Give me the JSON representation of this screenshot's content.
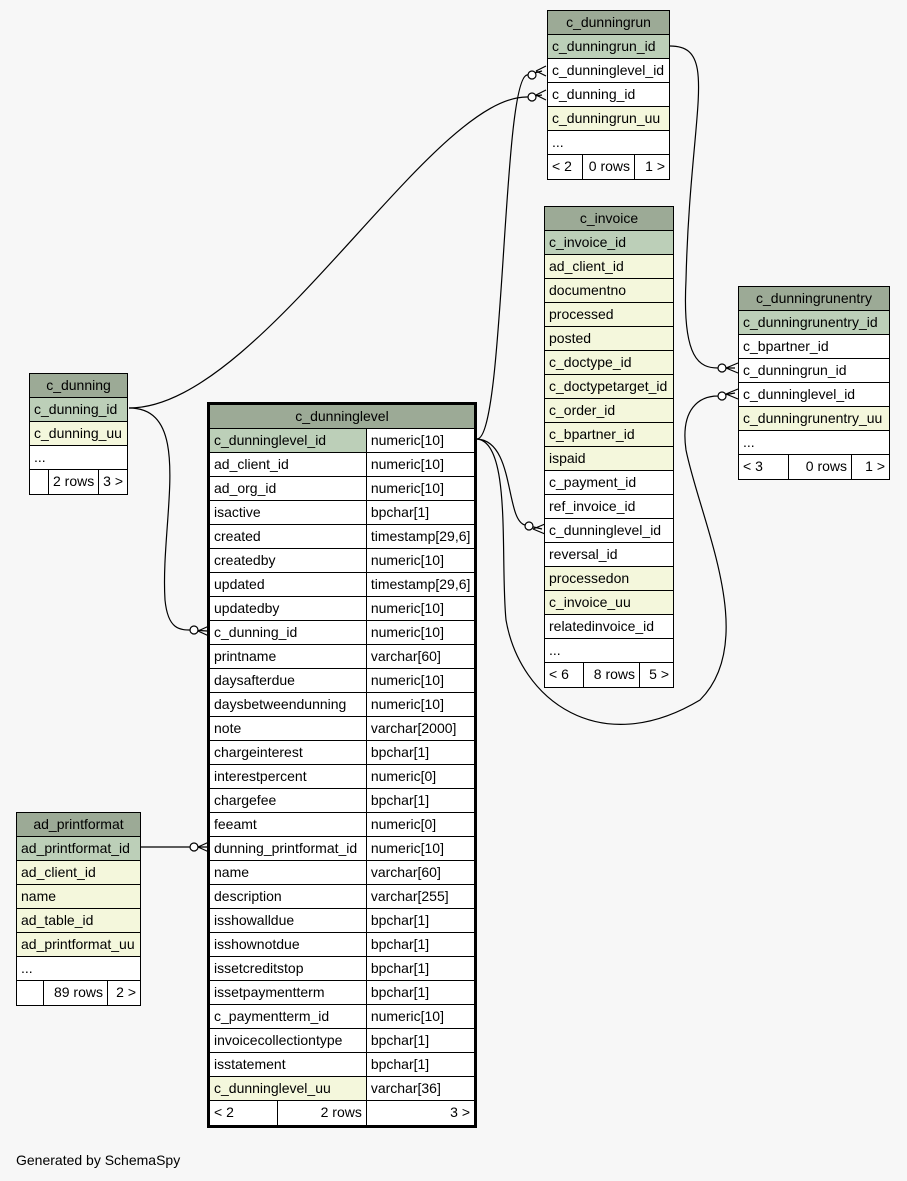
{
  "footer": "Generated by SchemaSpy",
  "tables": {
    "c_dunningrun": {
      "name": "c_dunningrun",
      "columns": [
        {
          "name": "c_dunningrun_id",
          "kind": "pk"
        },
        {
          "name": "c_dunninglevel_id",
          "kind": "plain"
        },
        {
          "name": "c_dunning_id",
          "kind": "plain"
        },
        {
          "name": "c_dunningrun_uu",
          "kind": "idx"
        }
      ],
      "more": "...",
      "footer": {
        "parents": "< 2",
        "rows": "0 rows",
        "children": "1 >"
      }
    },
    "c_invoice": {
      "name": "c_invoice",
      "columns": [
        {
          "name": "c_invoice_id",
          "kind": "pk"
        },
        {
          "name": "ad_client_id",
          "kind": "idx"
        },
        {
          "name": "documentno",
          "kind": "idx"
        },
        {
          "name": "processed",
          "kind": "idx"
        },
        {
          "name": "posted",
          "kind": "idx"
        },
        {
          "name": "c_doctype_id",
          "kind": "idx"
        },
        {
          "name": "c_doctypetarget_id",
          "kind": "idx"
        },
        {
          "name": "c_order_id",
          "kind": "idx"
        },
        {
          "name": "c_bpartner_id",
          "kind": "idx"
        },
        {
          "name": "ispaid",
          "kind": "idx"
        },
        {
          "name": "c_payment_id",
          "kind": "plain"
        },
        {
          "name": "ref_invoice_id",
          "kind": "plain"
        },
        {
          "name": "c_dunninglevel_id",
          "kind": "plain"
        },
        {
          "name": "reversal_id",
          "kind": "plain"
        },
        {
          "name": "processedon",
          "kind": "idx"
        },
        {
          "name": "c_invoice_uu",
          "kind": "idx"
        },
        {
          "name": "relatedinvoice_id",
          "kind": "plain"
        }
      ],
      "more": "...",
      "footer": {
        "parents": "< 6",
        "rows": "8 rows",
        "children": "5 >"
      }
    },
    "c_dunningrunentry": {
      "name": "c_dunningrunentry",
      "columns": [
        {
          "name": "c_dunningrunentry_id",
          "kind": "pk"
        },
        {
          "name": "c_bpartner_id",
          "kind": "plain"
        },
        {
          "name": "c_dunningrun_id",
          "kind": "plain"
        },
        {
          "name": "c_dunninglevel_id",
          "kind": "plain"
        },
        {
          "name": "c_dunningrunentry_uu",
          "kind": "idx"
        }
      ],
      "more": "...",
      "footer": {
        "parents": "< 3",
        "rows": "0 rows",
        "children": "1 >"
      }
    },
    "c_dunning": {
      "name": "c_dunning",
      "columns": [
        {
          "name": "c_dunning_id",
          "kind": "pk"
        },
        {
          "name": "c_dunning_uu",
          "kind": "idx"
        }
      ],
      "more": "...",
      "footer": {
        "parents": "",
        "rows": "2 rows",
        "children": "3 >"
      }
    },
    "ad_printformat": {
      "name": "ad_printformat",
      "columns": [
        {
          "name": "ad_printformat_id",
          "kind": "pk"
        },
        {
          "name": "ad_client_id",
          "kind": "idx"
        },
        {
          "name": "name",
          "kind": "idx"
        },
        {
          "name": "ad_table_id",
          "kind": "idx"
        },
        {
          "name": "ad_printformat_uu",
          "kind": "idx"
        }
      ],
      "more": "...",
      "footer": {
        "parents": "",
        "rows": "89 rows",
        "children": "2 >"
      }
    },
    "c_dunninglevel": {
      "name": "c_dunninglevel",
      "columns": [
        {
          "name": "c_dunninglevel_id",
          "type": "numeric[10]",
          "kind": "pk"
        },
        {
          "name": "ad_client_id",
          "type": "numeric[10]",
          "kind": "plain"
        },
        {
          "name": "ad_org_id",
          "type": "numeric[10]",
          "kind": "plain"
        },
        {
          "name": "isactive",
          "type": "bpchar[1]",
          "kind": "plain"
        },
        {
          "name": "created",
          "type": "timestamp[29,6]",
          "kind": "plain"
        },
        {
          "name": "createdby",
          "type": "numeric[10]",
          "kind": "plain"
        },
        {
          "name": "updated",
          "type": "timestamp[29,6]",
          "kind": "plain"
        },
        {
          "name": "updatedby",
          "type": "numeric[10]",
          "kind": "plain"
        },
        {
          "name": "c_dunning_id",
          "type": "numeric[10]",
          "kind": "plain"
        },
        {
          "name": "printname",
          "type": "varchar[60]",
          "kind": "plain"
        },
        {
          "name": "daysafterdue",
          "type": "numeric[10]",
          "kind": "plain"
        },
        {
          "name": "daysbetweendunning",
          "type": "numeric[10]",
          "kind": "plain"
        },
        {
          "name": "note",
          "type": "varchar[2000]",
          "kind": "plain"
        },
        {
          "name": "chargeinterest",
          "type": "bpchar[1]",
          "kind": "plain"
        },
        {
          "name": "interestpercent",
          "type": "numeric[0]",
          "kind": "plain"
        },
        {
          "name": "chargefee",
          "type": "bpchar[1]",
          "kind": "plain"
        },
        {
          "name": "feeamt",
          "type": "numeric[0]",
          "kind": "plain"
        },
        {
          "name": "dunning_printformat_id",
          "type": "numeric[10]",
          "kind": "plain"
        },
        {
          "name": "name",
          "type": "varchar[60]",
          "kind": "plain"
        },
        {
          "name": "description",
          "type": "varchar[255]",
          "kind": "plain"
        },
        {
          "name": "isshowalldue",
          "type": "bpchar[1]",
          "kind": "plain"
        },
        {
          "name": "isshownotdue",
          "type": "bpchar[1]",
          "kind": "plain"
        },
        {
          "name": "issetcreditstop",
          "type": "bpchar[1]",
          "kind": "plain"
        },
        {
          "name": "issetpaymentterm",
          "type": "bpchar[1]",
          "kind": "plain"
        },
        {
          "name": "c_paymentterm_id",
          "type": "numeric[10]",
          "kind": "plain"
        },
        {
          "name": "invoicecollectiontype",
          "type": "bpchar[1]",
          "kind": "plain"
        },
        {
          "name": "isstatement",
          "type": "bpchar[1]",
          "kind": "plain"
        },
        {
          "name": "c_dunninglevel_uu",
          "type": "varchar[36]",
          "kind": "idx"
        }
      ],
      "footer": {
        "parents": "< 2",
        "rows": "2 rows",
        "children": "3 >"
      }
    }
  },
  "colors": {
    "header": "#9caa96",
    "primary_key": "#bccfb8",
    "indexed": "#f4f7dc",
    "background": "#f7f7f7"
  }
}
